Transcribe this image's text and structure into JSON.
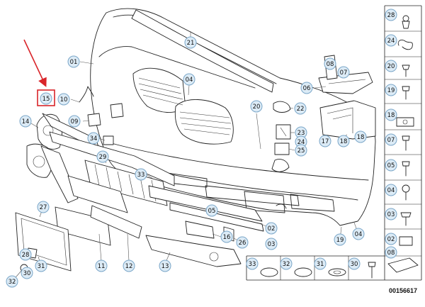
{
  "diagram": {
    "document_code": "00156617",
    "highlight_color": "#d9252a",
    "callout_fill": "#dcebf6",
    "callout_stroke": "#7aa6c8",
    "main_callouts": [
      {
        "id": "c01",
        "label": "01"
      },
      {
        "id": "c21",
        "label": "21"
      },
      {
        "id": "c04a",
        "label": "04"
      },
      {
        "id": "c08",
        "label": "08"
      },
      {
        "id": "c07",
        "label": "07"
      },
      {
        "id": "c06",
        "label": "06"
      },
      {
        "id": "c15",
        "label": "15"
      },
      {
        "id": "c10",
        "label": "10"
      },
      {
        "id": "c09",
        "label": "09"
      },
      {
        "id": "c20",
        "label": "20"
      },
      {
        "id": "c22",
        "label": "22"
      },
      {
        "id": "c23",
        "label": "23"
      },
      {
        "id": "c24",
        "label": "24"
      },
      {
        "id": "c25",
        "label": "25"
      },
      {
        "id": "c17",
        "label": "17"
      },
      {
        "id": "c18a",
        "label": "18"
      },
      {
        "id": "c18b",
        "label": "18"
      },
      {
        "id": "c14",
        "label": "14"
      },
      {
        "id": "c34",
        "label": "34"
      },
      {
        "id": "c29",
        "label": "29"
      },
      {
        "id": "c33a",
        "label": "33"
      },
      {
        "id": "c05",
        "label": "05"
      },
      {
        "id": "c02",
        "label": "02"
      },
      {
        "id": "c03",
        "label": "03"
      },
      {
        "id": "c19",
        "label": "19"
      },
      {
        "id": "c04b",
        "label": "04"
      },
      {
        "id": "c27",
        "label": "27"
      },
      {
        "id": "c16",
        "label": "16"
      },
      {
        "id": "c26",
        "label": "26"
      },
      {
        "id": "c28",
        "label": "28"
      },
      {
        "id": "c31",
        "label": "31"
      },
      {
        "id": "c30",
        "label": "30"
      },
      {
        "id": "c32",
        "label": "32"
      },
      {
        "id": "c11",
        "label": "11"
      },
      {
        "id": "c12",
        "label": "12"
      },
      {
        "id": "c13",
        "label": "13"
      }
    ],
    "legend_right": [
      {
        "id": "r28",
        "label": "28"
      },
      {
        "id": "r24",
        "label": "24"
      },
      {
        "id": "r20",
        "label": "20"
      },
      {
        "id": "r19",
        "label": "19"
      },
      {
        "id": "r18",
        "label": "18"
      },
      {
        "id": "r07",
        "label": "07"
      },
      {
        "id": "r05",
        "label": "05"
      },
      {
        "id": "r04",
        "label": "04"
      },
      {
        "id": "r03",
        "label": "03"
      },
      {
        "id": "r02",
        "label": "02"
      },
      {
        "id": "r08",
        "label": "08"
      }
    ],
    "legend_bottom": [
      {
        "id": "b33",
        "label": "33"
      },
      {
        "id": "b32",
        "label": "32"
      },
      {
        "id": "b31",
        "label": "31"
      },
      {
        "id": "b30",
        "label": "30"
      }
    ]
  }
}
